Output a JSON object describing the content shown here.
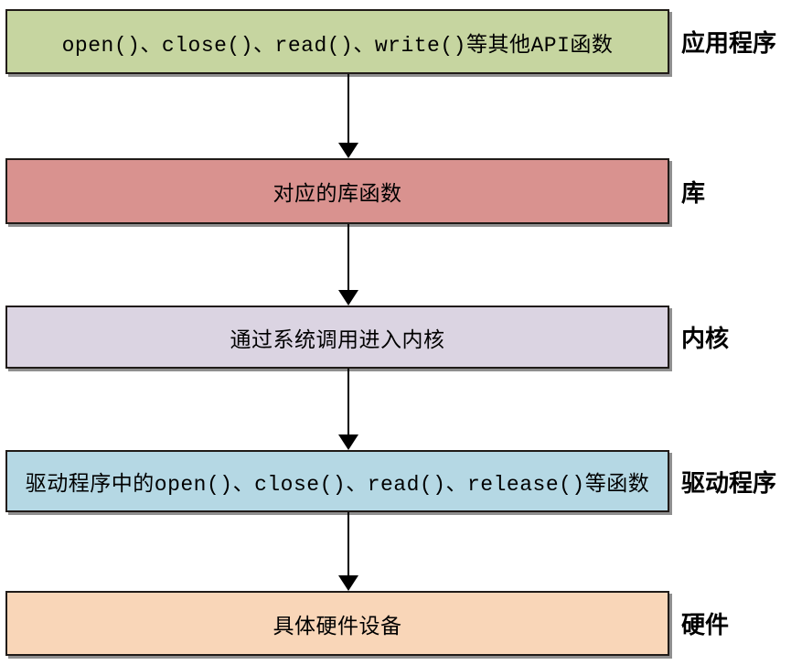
{
  "diagram": {
    "type": "flow-diagram",
    "layers": [
      {
        "box_text": "open()、close()、read()、write()等其他API函数",
        "side_label": "应用程序",
        "fill": "#c6d5a0"
      },
      {
        "box_text": "对应的库函数",
        "side_label": "库",
        "fill": "#d9928f"
      },
      {
        "box_text": "通过系统调用进入内核",
        "side_label": "内核",
        "fill": "#dbd4e2"
      },
      {
        "box_text": "驱动程序中的open()、close()、read()、release()等函数",
        "side_label": "驱动程序",
        "fill": "#b5d8e4"
      },
      {
        "box_text": "具体硬件设备",
        "side_label": "硬件",
        "fill": "#f9d6b8"
      }
    ],
    "colors": {
      "border": "#201b18",
      "arrow": "#000000",
      "shadow": "#8f8f8f",
      "background": "#ffffff",
      "text": "#000000"
    }
  }
}
